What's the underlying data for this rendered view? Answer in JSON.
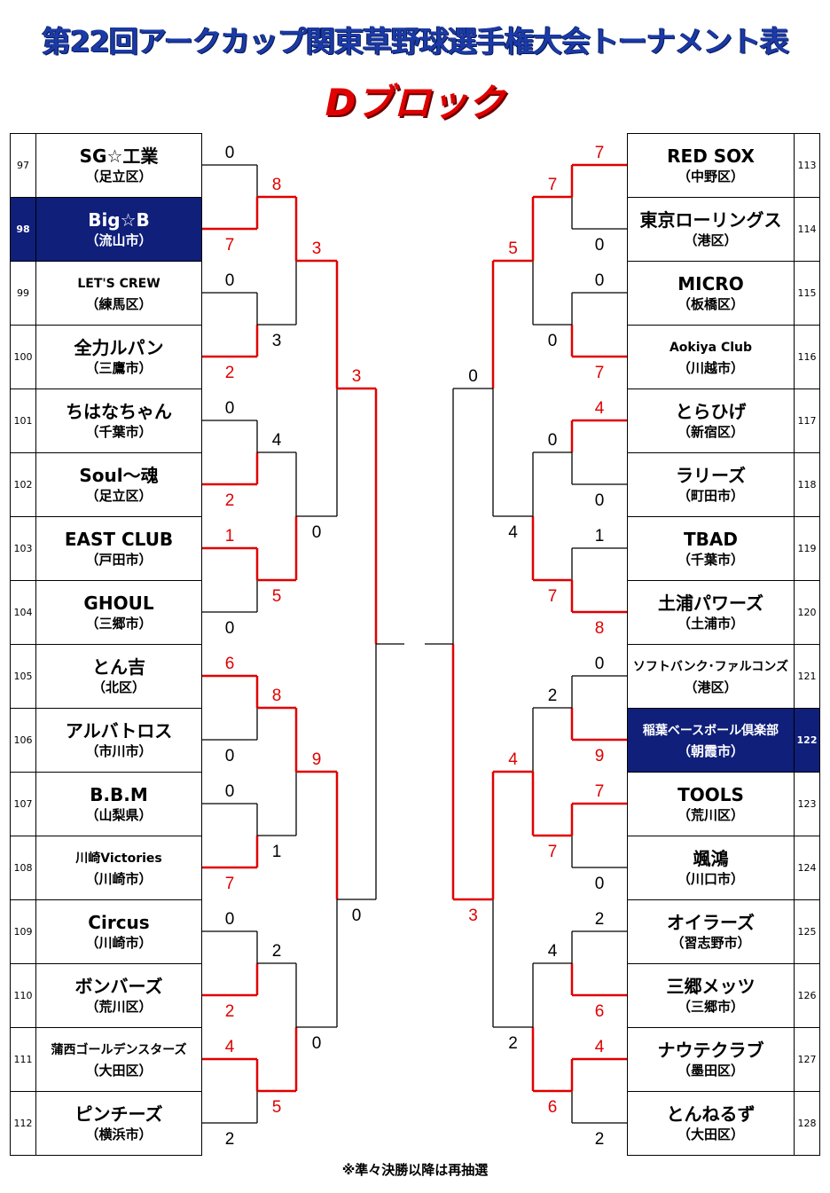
{
  "header": {
    "title": "第22回アークカップ関東草野球選手権大会トーナメント表",
    "block": "Dブロック"
  },
  "colors": {
    "win_line": "#e00000",
    "lose_line": "#000000",
    "highlight": "#0f1f7a"
  },
  "left_teams": [
    {
      "num": "97",
      "name": "SG☆工業",
      "place": "（足立区）"
    },
    {
      "num": "98",
      "name": "Big☆B",
      "place": "（流山市）"
    },
    {
      "num": "99",
      "name": "LET'S CREW",
      "place": "（練馬区）"
    },
    {
      "num": "100",
      "name": "全力ルパン",
      "place": "（三鷹市）"
    },
    {
      "num": "101",
      "name": "ちはなちゃん",
      "place": "（千葉市）"
    },
    {
      "num": "102",
      "name": "Soul～魂",
      "place": "（足立区）"
    },
    {
      "num": "103",
      "name": "EAST CLUB",
      "place": "（戸田市）"
    },
    {
      "num": "104",
      "name": "GHOUL",
      "place": "（三郷市）"
    },
    {
      "num": "105",
      "name": "とん吉",
      "place": "（北区）"
    },
    {
      "num": "106",
      "name": "アルバトロス",
      "place": "（市川市）"
    },
    {
      "num": "107",
      "name": "B.B.M",
      "place": "（山梨県）"
    },
    {
      "num": "108",
      "name": "川崎Victories",
      "place": "（川崎市）"
    },
    {
      "num": "109",
      "name": "Circus",
      "place": "（川崎市）"
    },
    {
      "num": "110",
      "name": "ボンバーズ",
      "place": "（荒川区）"
    },
    {
      "num": "111",
      "name": "蒲西ゴールデンスターズ",
      "place": "（大田区）"
    },
    {
      "num": "112",
      "name": "ピンチーズ",
      "place": "（横浜市）"
    }
  ],
  "right_teams": [
    {
      "num": "113",
      "name": "RED SOX",
      "place": "（中野区）"
    },
    {
      "num": "114",
      "name": "東京ローリングス",
      "place": "（港区）"
    },
    {
      "num": "115",
      "name": "MICRO",
      "place": "（板橋区）"
    },
    {
      "num": "116",
      "name": "Aokiya Club",
      "place": "（川越市）"
    },
    {
      "num": "117",
      "name": "とらひげ",
      "place": "（新宿区）"
    },
    {
      "num": "118",
      "name": "ラリーズ",
      "place": "（町田市）"
    },
    {
      "num": "119",
      "name": "TBAD",
      "place": "（千葉市）"
    },
    {
      "num": "120",
      "name": "土浦パワーズ",
      "place": "（土浦市）"
    },
    {
      "num": "121",
      "name": "ソフトバンク･ファルコンズ",
      "place": "（港区）"
    },
    {
      "num": "122",
      "name": "稲葉ベースボール倶楽部",
      "place": "（朝霞市）"
    },
    {
      "num": "123",
      "name": "TOOLS",
      "place": "（荒川区）"
    },
    {
      "num": "124",
      "name": "颯鴻",
      "place": "（川口市）"
    },
    {
      "num": "125",
      "name": "オイラーズ",
      "place": "（習志野市）"
    },
    {
      "num": "126",
      "name": "三郷メッツ",
      "place": "（三郷市）"
    },
    {
      "num": "127",
      "name": "ナウテクラブ",
      "place": "（墨田区）"
    },
    {
      "num": "128",
      "name": "とんねるず",
      "place": "（大田区）"
    }
  ],
  "highlighted": [
    "98",
    "122"
  ],
  "left_r1": [
    [
      0,
      7
    ],
    [
      0,
      2
    ],
    [
      0,
      2
    ],
    [
      1,
      0
    ],
    [
      6,
      0
    ],
    [
      0,
      7
    ],
    [
      0,
      2
    ],
    [
      4,
      2
    ]
  ],
  "left_r2": [
    [
      8,
      3
    ],
    [
      4,
      5
    ],
    [
      8,
      1
    ],
    [
      2,
      5
    ]
  ],
  "left_r3": [
    [
      3,
      0
    ],
    [
      9,
      0
    ]
  ],
  "left_r4": [
    3,
    0
  ],
  "right_r1": [
    [
      7,
      0
    ],
    [
      0,
      7
    ],
    [
      4,
      0
    ],
    [
      1,
      8
    ],
    [
      0,
      9
    ],
    [
      7,
      0
    ],
    [
      2,
      6
    ],
    [
      4,
      2
    ]
  ],
  "right_r2": [
    [
      7,
      0
    ],
    [
      0,
      7
    ],
    [
      2,
      7
    ],
    [
      4,
      6
    ]
  ],
  "right_r3": [
    [
      5,
      4
    ],
    [
      4,
      2
    ]
  ],
  "right_r4": [
    0,
    3
  ],
  "footer": "※準々決勝以降は再抽選"
}
